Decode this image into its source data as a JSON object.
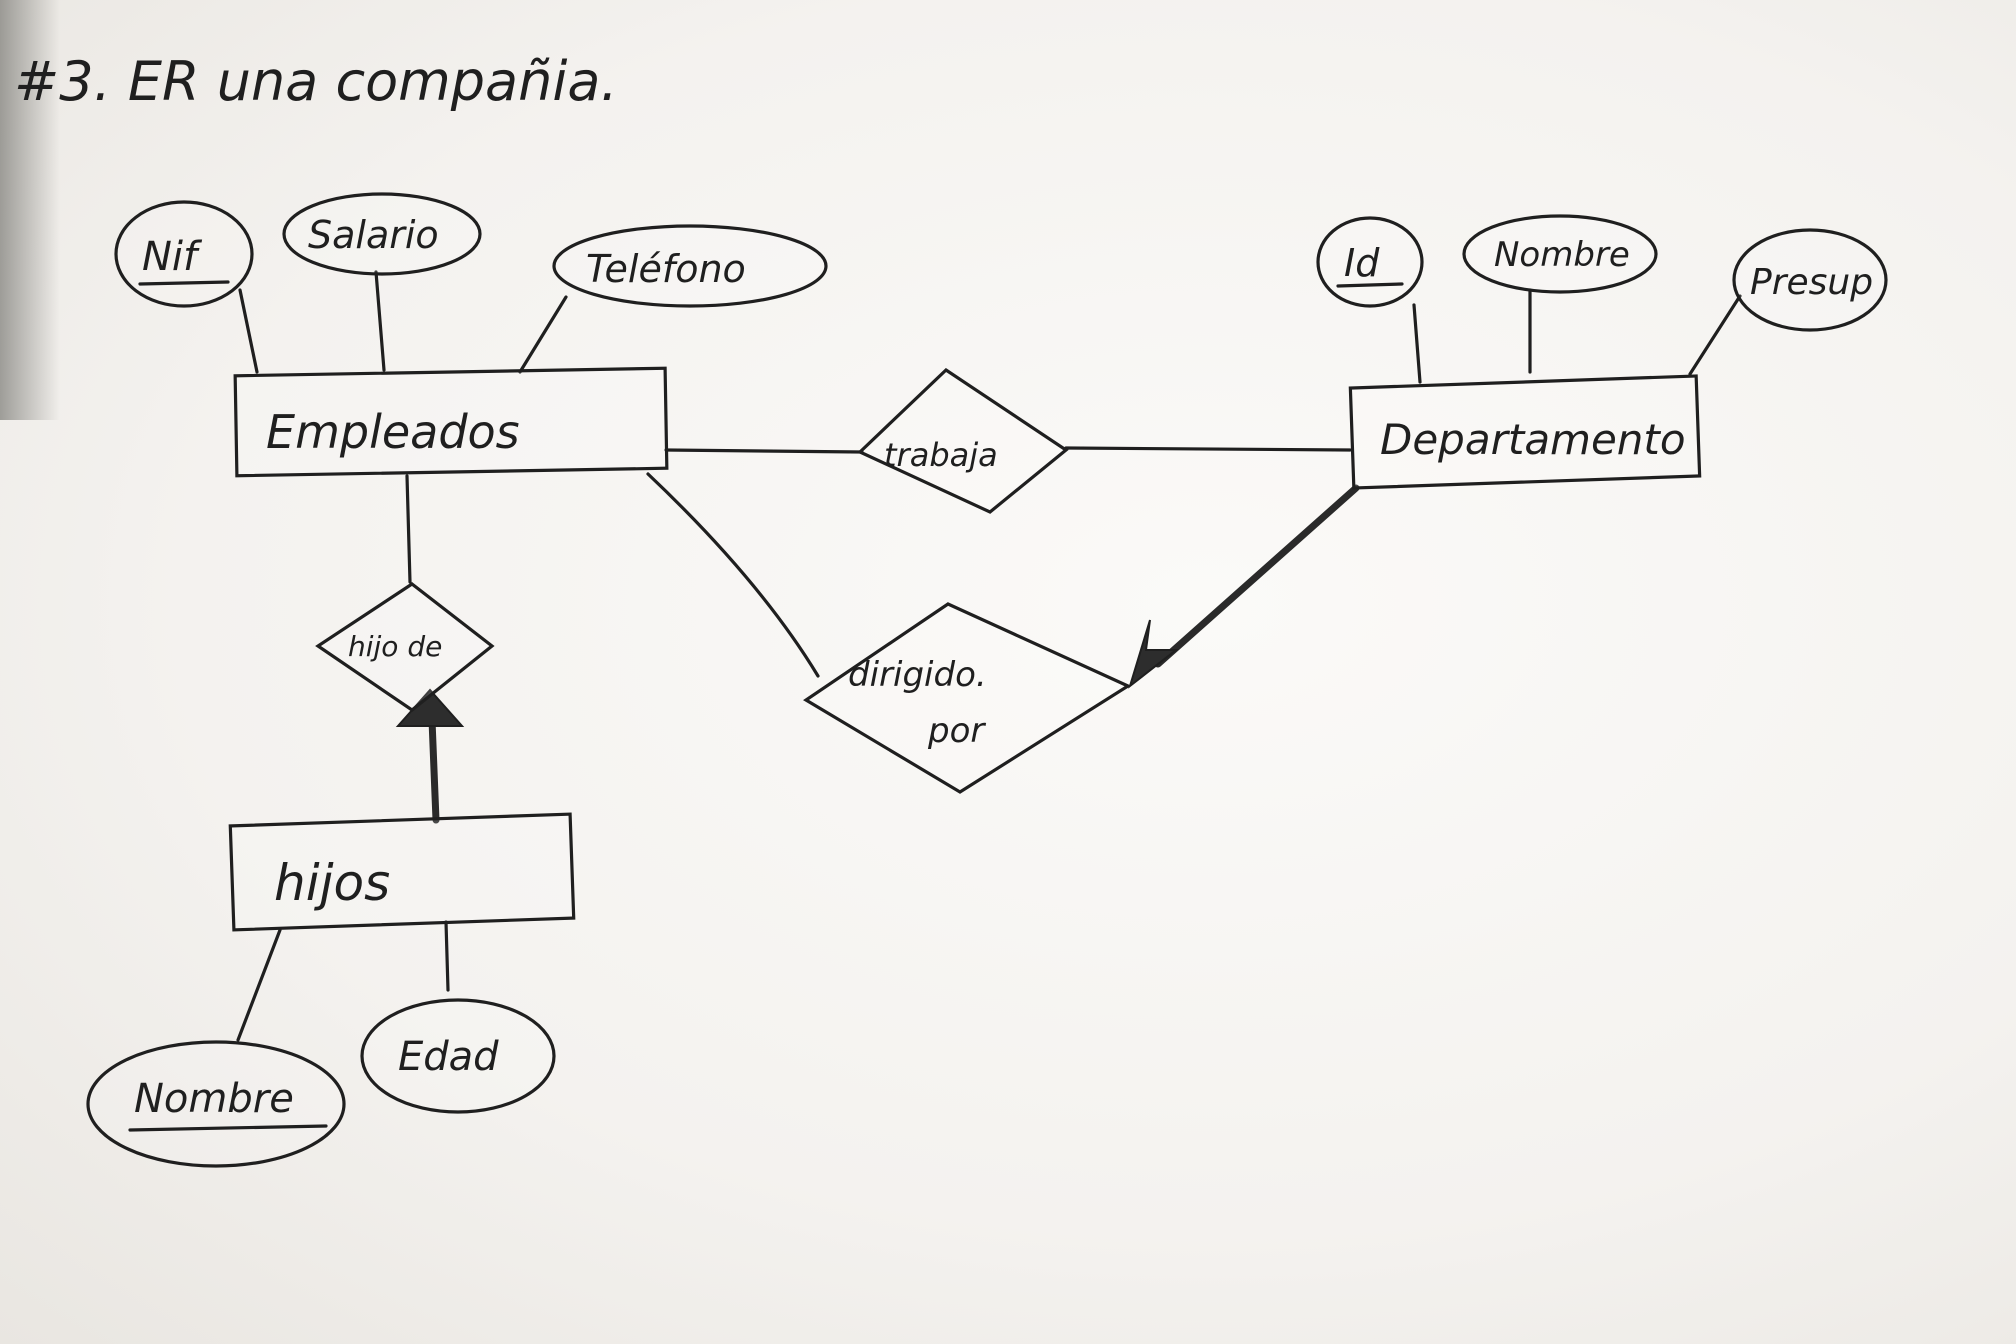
{
  "title": "#3. ER una compañia.",
  "entities": {
    "empleados": "Empleados",
    "departamento": "Departamento",
    "hijos": "hijos"
  },
  "relationships": {
    "trabaja": "trabaja",
    "hijo_de": "hijo de",
    "dirigido_line1": "dirigido.",
    "dirigido_line2": "por"
  },
  "attributes": {
    "nif": "Nif",
    "salario": "Salario",
    "telefono": "Teléfono",
    "id": "Id",
    "nombre_dep": "Nombre",
    "presup": "Presup",
    "nombre_hijo": "Nombre",
    "edad": "Edad"
  }
}
